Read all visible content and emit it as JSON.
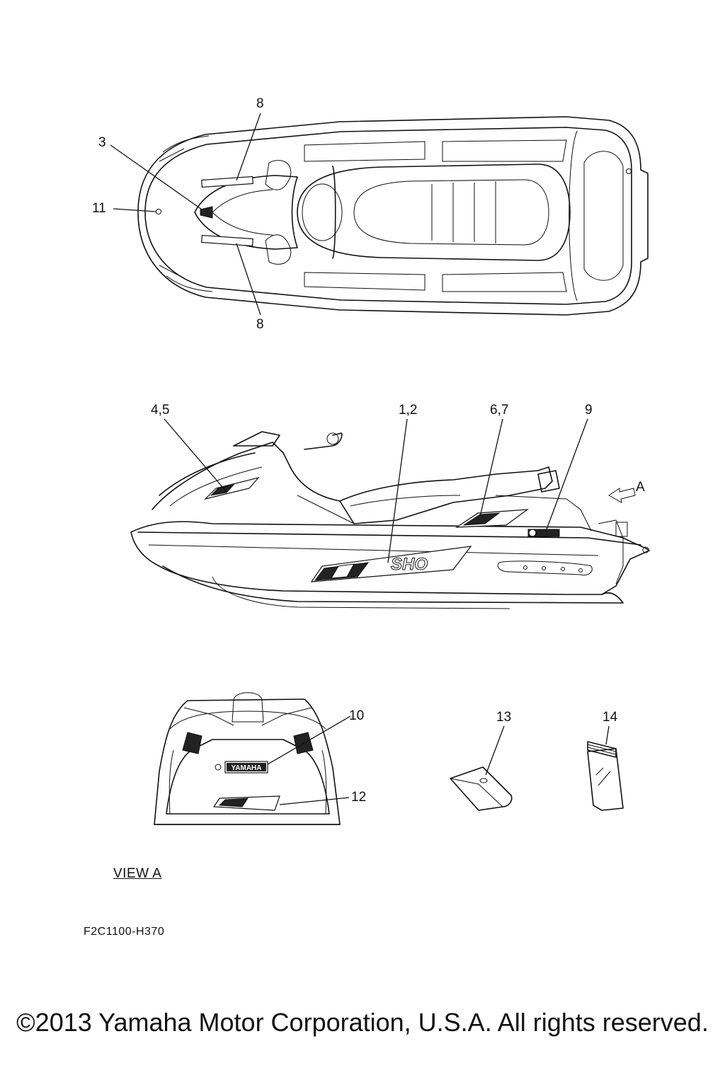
{
  "callouts": {
    "top_view": {
      "eight_top": "8",
      "three": "3",
      "eleven": "11",
      "eight_bottom": "8"
    },
    "side_view": {
      "four_five": "4,5",
      "one_two": "1,2",
      "six_seven": "6,7",
      "nine": "9",
      "view_arrow": "A"
    },
    "rear_view": {
      "ten": "10",
      "twelve": "12"
    },
    "loose_parts": {
      "thirteen": "13",
      "fourteen": "14"
    }
  },
  "decal_text": {
    "brand": "YAMAHA",
    "model": "SHO"
  },
  "view_label": "VIEW A",
  "diagram_code": "F2C1100-H370",
  "copyright": "©2013 Yamaha Motor Corporation, U.S.A. All rights reserved."
}
